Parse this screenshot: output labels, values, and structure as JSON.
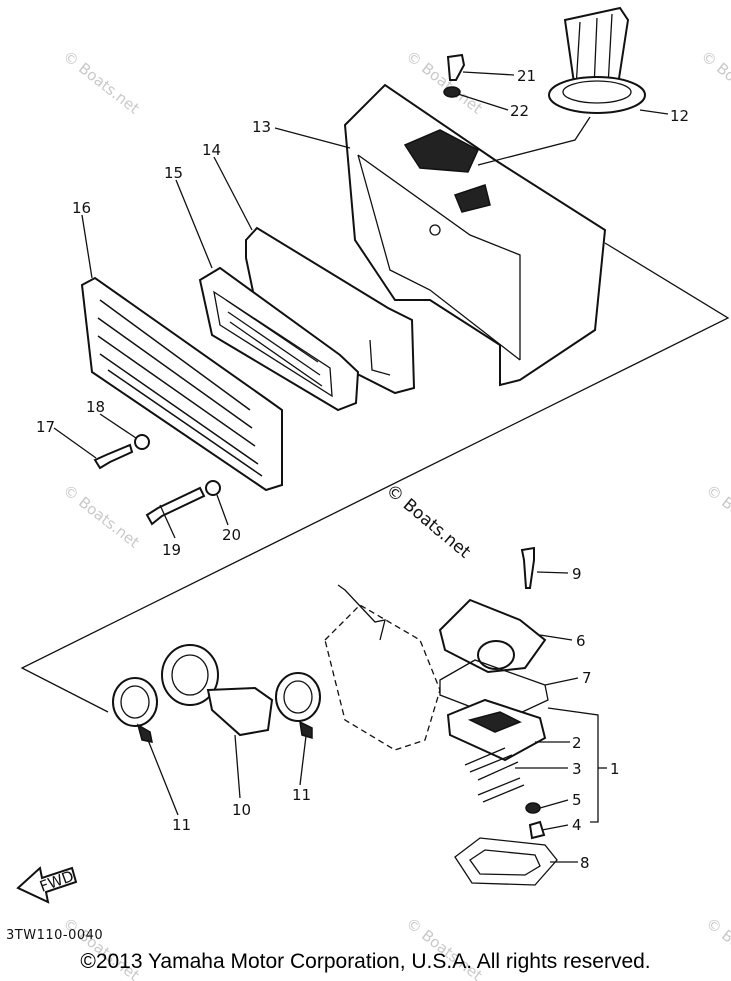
{
  "diagram": {
    "code": "3TW110-0040",
    "copyright": "©2013 Yamaha Motor Corporation, U.S.A. All rights reserved.",
    "watermark_center": "© Boats.net",
    "watermark_faint": "© Boats.net",
    "fwd_label": "FWD",
    "callouts": {
      "c1": "1",
      "c2": "2",
      "c3": "3",
      "c4": "4",
      "c5": "5",
      "c6": "6",
      "c7": "7",
      "c8": "8",
      "c9": "9",
      "c10": "10",
      "c11a": "11",
      "c11b": "11",
      "c12": "12",
      "c13": "13",
      "c14": "14",
      "c15": "15",
      "c16": "16",
      "c17": "17",
      "c18": "18",
      "c19": "19",
      "c20": "20",
      "c21": "21",
      "c22": "22"
    }
  }
}
